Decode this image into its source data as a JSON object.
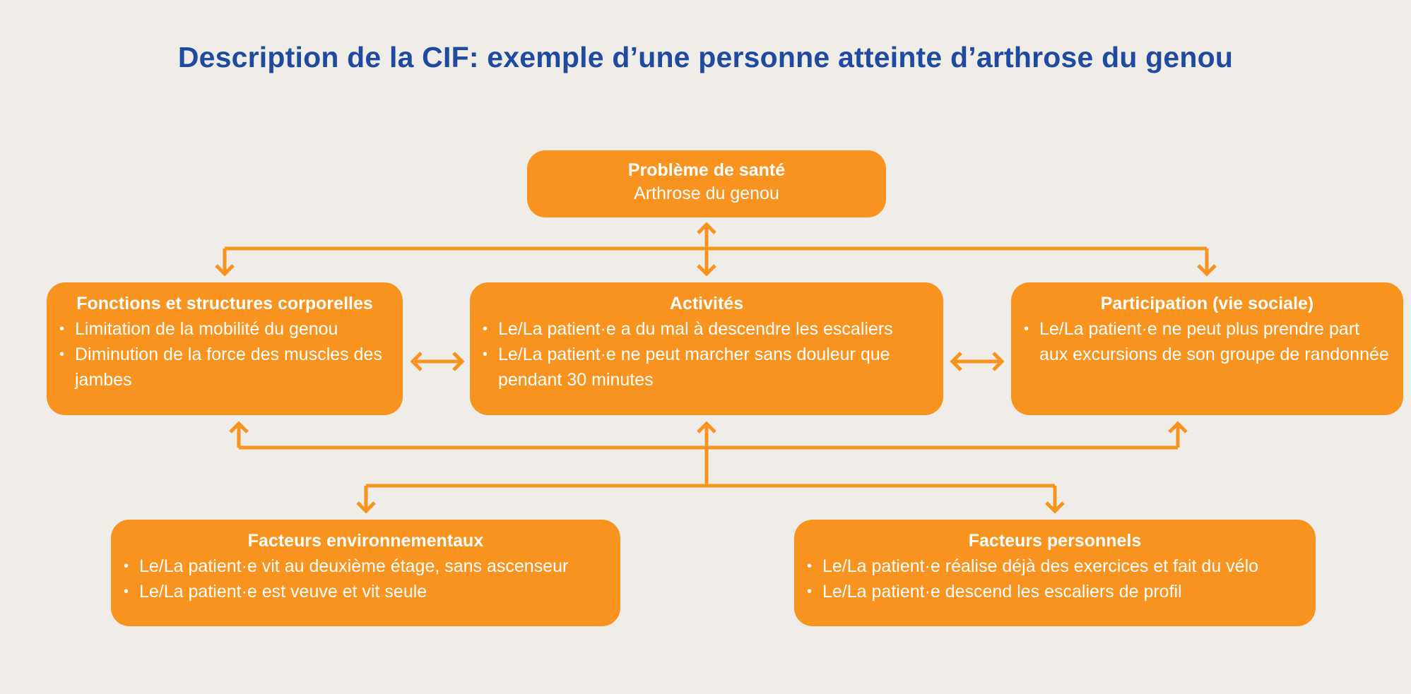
{
  "title": "Description de la CIF: exemple d’une personne atteinte d’arthrose du genou",
  "colors": {
    "background": "#f0ece8",
    "title": "#1e4aa0",
    "box": "#f7931e",
    "connector": "#f7931e",
    "box_text": "#ffffff"
  },
  "health": {
    "title": "Problème de santé",
    "subtitle": "Arthrose du genou"
  },
  "functions": {
    "title": "Fonctions et structures corporelles",
    "items": [
      "Limitation de la mobilité du genou",
      "Diminution de la force des muscles des jambes"
    ]
  },
  "activities": {
    "title": "Activités",
    "items": [
      "Le/La patient·e a du mal à descendre les escaliers",
      "Le/La patient·e ne peut marcher sans douleur que pendant 30 minutes"
    ]
  },
  "participation": {
    "title": "Participation (vie sociale)",
    "items": [
      "Le/La patient·e ne peut plus prendre part aux excursions de son groupe de randonnée"
    ]
  },
  "environment": {
    "title": "Facteurs environnementaux",
    "items": [
      "Le/La patient·e vit au deuxième étage, sans ascenseur",
      "Le/La patient·e est veuve et vit seule"
    ]
  },
  "personal": {
    "title": "Facteurs personnels",
    "items": [
      "Le/La patient·e réalise déjà des exercices et fait du vélo",
      "Le/La patient·e descend les escaliers de profil"
    ]
  }
}
